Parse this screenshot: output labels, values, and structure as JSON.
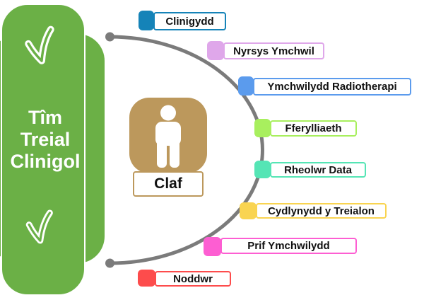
{
  "sidebar": {
    "title_lines": {
      "0": "Tîm",
      "1": "Treial",
      "2": "Clinigol"
    },
    "bg_color": "#6bb046",
    "check_icon_color": "#ffffff"
  },
  "connector": {
    "color": "#7b7b7b"
  },
  "center": {
    "label": "Claf",
    "color": "#bc985c",
    "icon_color": "#ffffff"
  },
  "roles": {
    "0": {
      "label": "Clinigydd",
      "color": "#1583b8"
    },
    "1": {
      "label": "Nyrsys Ymchwil",
      "color": "#dfa7ea"
    },
    "2": {
      "label": "Ymchwilydd Radiotherapi",
      "color": "#5b9bed"
    },
    "3": {
      "label": "Fferylliaeth",
      "color": "#a8ef5e"
    },
    "4": {
      "label": "Rheolwr Data",
      "color": "#55e5b5"
    },
    "5": {
      "label": "Cydlynydd y Treialon",
      "color": "#f9d451"
    },
    "6": {
      "label": "Prif Ymchwilydd",
      "color": "#fd5ed2"
    },
    "7": {
      "label": "Noddwr",
      "color": "#fd4c4c"
    }
  }
}
